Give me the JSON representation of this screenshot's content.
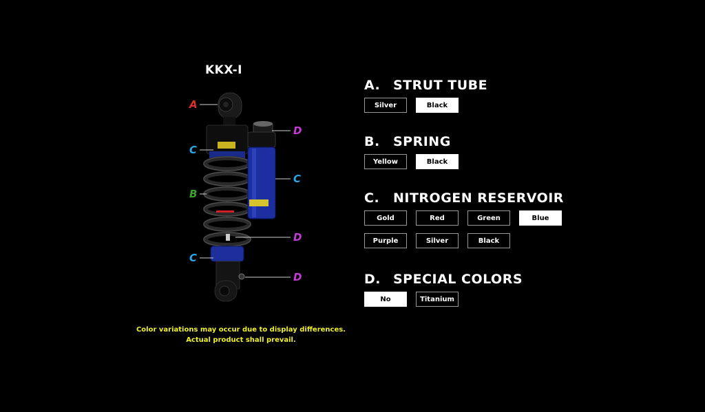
{
  "product": {
    "model": "KKX-I",
    "callouts": [
      {
        "label": "A",
        "color": "#e0302a"
      },
      {
        "label": "C",
        "color": "#29a9e8"
      },
      {
        "label": "B",
        "color": "#3aa22c"
      },
      {
        "label": "C",
        "color": "#29a9e8"
      },
      {
        "label": "D",
        "color": "#c53bd8"
      },
      {
        "label": "C",
        "color": "#29a9e8"
      },
      {
        "label": "D",
        "color": "#c53bd8"
      },
      {
        "label": "D",
        "color": "#c53bd8"
      }
    ],
    "disclaimer": "Color variations may occur due to display differences. Actual product shall prevail."
  },
  "sections": [
    {
      "letter": "A.",
      "title": "STRUT TUBE",
      "options": [
        {
          "label": "Silver",
          "selected": false
        },
        {
          "label": "Black",
          "selected": true
        }
      ]
    },
    {
      "letter": "B.",
      "title": "SPRING",
      "options": [
        {
          "label": "Yellow",
          "selected": false
        },
        {
          "label": "Black",
          "selected": true
        }
      ]
    },
    {
      "letter": "C.",
      "title": "NITROGEN RESERVOIR",
      "options": [
        {
          "label": "Gold",
          "selected": false
        },
        {
          "label": "Red",
          "selected": false
        },
        {
          "label": "Green",
          "selected": false
        },
        {
          "label": "Blue",
          "selected": true
        },
        {
          "label": "Purple",
          "selected": false
        },
        {
          "label": "Silver",
          "selected": false
        },
        {
          "label": "Black",
          "selected": false
        }
      ]
    },
    {
      "letter": "D.",
      "title": "SPECIAL COLORS",
      "options": [
        {
          "label": "No",
          "selected": true
        },
        {
          "label": "Titanium",
          "selected": false
        }
      ]
    }
  ]
}
